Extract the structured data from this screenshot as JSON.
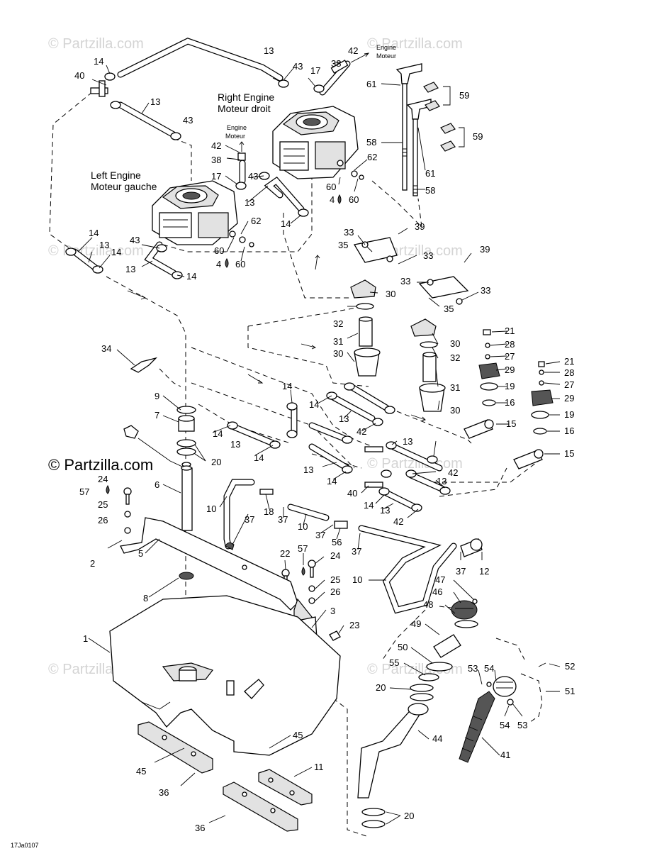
{
  "watermark": "© Partzilla.com",
  "copyright": "© Partzilla.com",
  "drawing_code": "17Ja0107",
  "engine_labels": {
    "right_en": "Right Engine",
    "right_fr": "Moteur droit",
    "left_en": "Left Engine",
    "left_fr": "Moteur gauche",
    "eng_en": "Engine",
    "eng_fr": "Moteur"
  },
  "callouts": {
    "c13a": "13",
    "c43a": "43",
    "c17a": "17",
    "c38a": "38",
    "c42a": "42",
    "c14a": "14",
    "c40a": "40",
    "c13b": "13",
    "c43b": "43",
    "c61a": "61",
    "c59a": "59",
    "c58a": "58",
    "c59b": "59",
    "c61b": "61",
    "c58b": "58",
    "c62a": "62",
    "c60a": "60",
    "c4a": "4",
    "c60b": "60",
    "c42b": "42",
    "c38b": "38",
    "c17b": "17",
    "c43c": "43",
    "c13c": "13",
    "c14b": "14",
    "c62b": "62",
    "c60c": "60",
    "c4b": "4",
    "c60d": "60",
    "c14c": "14",
    "c13d": "13",
    "c14d": "14",
    "c43d": "43",
    "c13e": "13",
    "c14e": "14",
    "c33a": "33",
    "c39a": "39",
    "c35a": "35",
    "c33b": "33",
    "c39b": "39",
    "c33c": "33",
    "c33d": "33",
    "c35b": "35",
    "c30a": "30",
    "c32a": "32",
    "c31a": "31",
    "c30b": "30",
    "c30c": "30",
    "c32b": "32",
    "c31b": "31",
    "c30d": "30",
    "c21a": "21",
    "c28a": "28",
    "c27a": "27",
    "c29a": "29",
    "c19a": "19",
    "c16a": "16",
    "c15a": "15",
    "c21b": "21",
    "c28b": "28",
    "c27b": "27",
    "c29b": "29",
    "c19b": "19",
    "c16b": "16",
    "c15b": "15",
    "c34": "34",
    "c9": "9",
    "c7": "7",
    "c20a": "20",
    "c6": "6",
    "c57a": "57",
    "c24a": "24",
    "c25a": "25",
    "c26a": "26",
    "c2": "2",
    "c5": "5",
    "c8": "8",
    "c1": "1",
    "c14f": "14",
    "c14g": "14",
    "c13f": "13",
    "c14h": "14",
    "c13g": "13",
    "c42c": "42",
    "c13h": "13",
    "c14i": "14",
    "c13i": "13",
    "c42d": "42",
    "c13j": "13",
    "c14j": "14",
    "c40b": "40",
    "c14k": "14",
    "c13k": "13",
    "c42e": "42",
    "c10a": "10",
    "c37a": "37",
    "c18": "18",
    "c37b": "37",
    "c10b": "10",
    "c37c": "37",
    "c56": "56",
    "c37d": "37",
    "c37e": "37",
    "c12": "12",
    "c22": "22",
    "c57b": "57",
    "c24b": "24",
    "c25b": "25",
    "c26b": "26",
    "c3": "3",
    "c23": "23",
    "c10c": "10",
    "c47": "47",
    "c46": "46",
    "c48": "48",
    "c49": "49",
    "c50": "50",
    "c55": "55",
    "c20b": "20",
    "c53a": "53",
    "c54a": "54",
    "c52": "52",
    "c51": "51",
    "c44": "44",
    "c41": "41",
    "c54b": "54",
    "c53b": "53",
    "c45a": "45",
    "c45b": "45",
    "c11": "11",
    "c36a": "36",
    "c36b": "36",
    "c20c": "20"
  },
  "icons": [
    "drop-icon",
    "arrow-icon",
    "copyright-icon"
  ]
}
